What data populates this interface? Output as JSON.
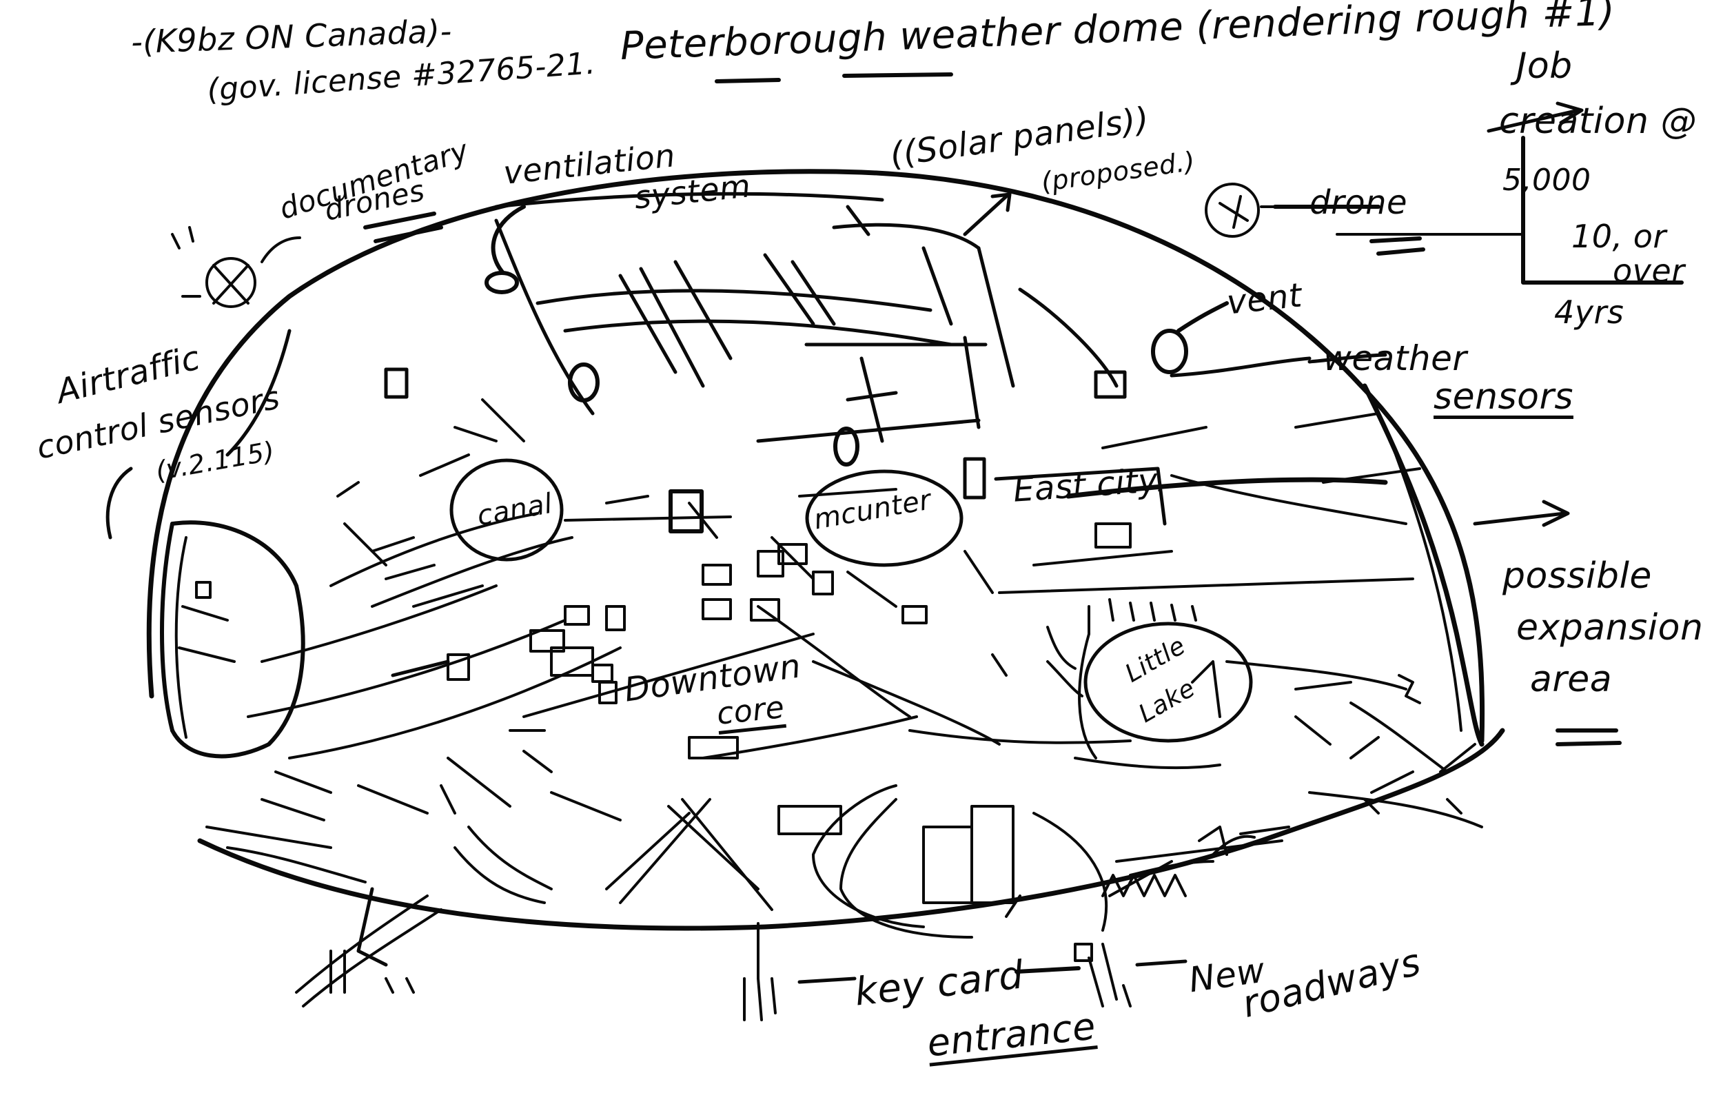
{
  "header": {
    "location": "-(K9bz ON Canada)-",
    "license": "(gov. license #32765-21.",
    "title_main": "Peterborough weather dome",
    "title_suffix": "(rendering rough #1)"
  },
  "job_box": {
    "line1": "Job",
    "line2": "creation @",
    "line3": "5,000",
    "line4": "10, or",
    "line5": "over",
    "line6": "4yrs"
  },
  "labels": {
    "documentary_drones_1": "documentary",
    "documentary_drones_2": "drones",
    "ventilation_1": "ventilation",
    "ventilation_2": "system",
    "solar_1": "((Solar panels))",
    "solar_2": "(proposed.)",
    "drone": "drone",
    "vent": "vent",
    "weather_1": "weather",
    "weather_2": "sensors",
    "airtraffic_1": "Airtraffic",
    "airtraffic_2": "control sensors",
    "airtraffic_3": "(v.2.115)",
    "canal": "canal",
    "mcunter": "mcunter",
    "east_city": "East city.",
    "downtown_1": "Downtown",
    "downtown_2": "core",
    "little_lake_1": "Little",
    "little_lake_2": "Lake",
    "expansion_1": "possible",
    "expansion_2": "expansion",
    "expansion_3": "area",
    "keycard_1": "key card",
    "keycard_2": "entrance",
    "roadways_1": "New",
    "roadways_2": "roadways"
  }
}
